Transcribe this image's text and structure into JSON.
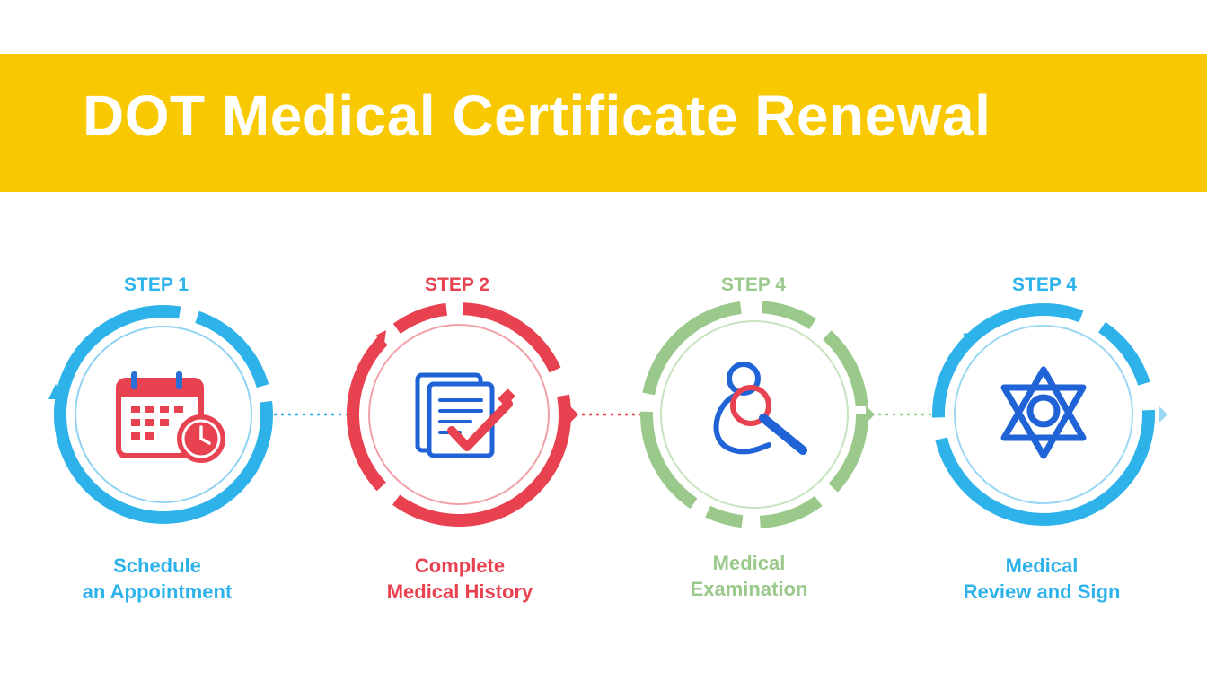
{
  "title": "DOT Medical Certificate Renewal",
  "colors": {
    "banner": "#f8c800",
    "blue": "#2eb2ea",
    "red": "#e8414f",
    "green": "#9bc98c",
    "icon_blue": "#1f63d6"
  },
  "steps": [
    {
      "label": "STEP 1",
      "caption_line1": "Schedule",
      "caption_line2": "an Appointment",
      "icon": "calendar-clock-icon",
      "color": "#2eb2ea"
    },
    {
      "label": "STEP 2",
      "caption_line1": "Complete",
      "caption_line2": "Medical History",
      "icon": "document-checkmark-icon",
      "color": "#e8414f"
    },
    {
      "label": "STEP 4",
      "caption_line1": "Medical",
      "caption_line2": "Examination",
      "icon": "stethoscope-magnifier-icon",
      "color": "#9bc98c"
    },
    {
      "label": "STEP 4",
      "caption_line1": "Medical",
      "caption_line2": "Review and Sign",
      "icon": "star-emblem-icon",
      "color": "#2eb2ea"
    }
  ]
}
